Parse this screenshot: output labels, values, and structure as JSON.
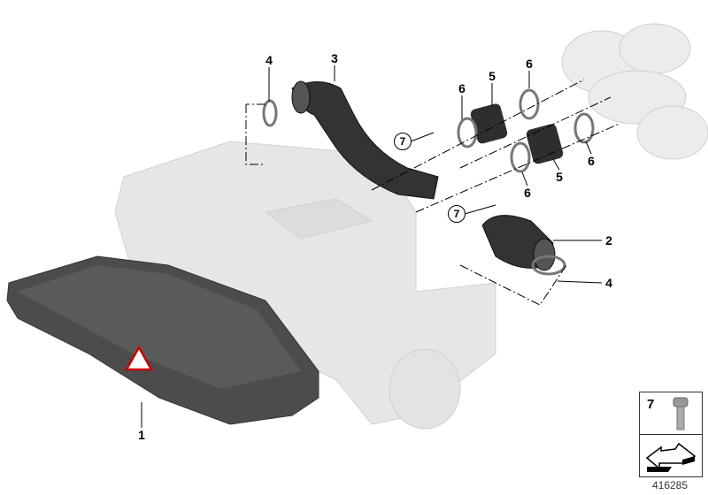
{
  "diagram": {
    "id_number": "416285",
    "labels": {
      "l4a": "4",
      "l3": "3",
      "l6a": "6",
      "l5a": "5",
      "l6b": "6",
      "l7a": "7",
      "l6c": "6",
      "l5b": "5",
      "l6d": "6",
      "l7b": "7",
      "l2": "2",
      "l4b": "4",
      "l1": "1"
    },
    "legend": {
      "part_number": "7",
      "icon": "screw-icon",
      "arrow_icon": "direction-arrow-icon"
    },
    "colors": {
      "ghost_parts": "#e4e4e4",
      "dark_part": "#4a4a4a",
      "hose": "#2c2c2c"
    }
  }
}
